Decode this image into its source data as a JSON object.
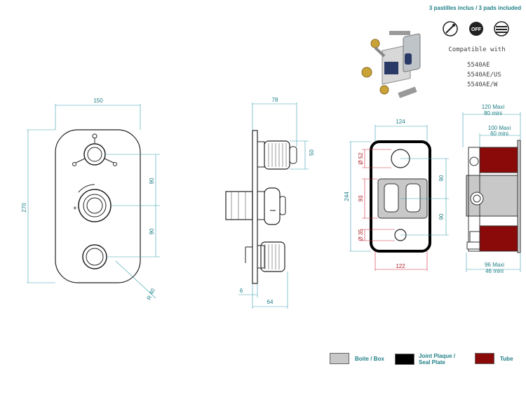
{
  "header": {
    "pastilles": "3 pastilles inclus / 3 pads included"
  },
  "icons": [
    "thermostat-icon",
    "off-icon",
    "flow-icon"
  ],
  "compat": {
    "title": "Compatible with",
    "models": [
      "5540AE",
      "5540AE/US",
      "5540AE/W"
    ]
  },
  "front": {
    "width": "150",
    "height": "270",
    "spacing_top": "90",
    "spacing_bottom": "90",
    "radius": "R 40"
  },
  "side": {
    "depth": "78",
    "knob": "50",
    "plate": "6",
    "base": "64"
  },
  "box_front": {
    "top_width": "124",
    "bottom_width": "122",
    "height": "244",
    "d52": "Ø 52",
    "d93": "93",
    "d35": "Ø 35",
    "s90a": "90",
    "s90b": "90"
  },
  "box_side": {
    "top_max": "120  Maxi",
    "top_min": "80 mini",
    "mid_max": "100  Maxi",
    "mid_min": "60 mini",
    "bot_max": "96  Maxi",
    "bot_min": "46 mini"
  },
  "legend": [
    {
      "label": "Boite / Box",
      "color": "#c8c8c8"
    },
    {
      "label": "Joint Plaque / Seal Plate",
      "color": "#000000"
    },
    {
      "label": "Tube",
      "color": "#8a0a0a"
    }
  ]
}
